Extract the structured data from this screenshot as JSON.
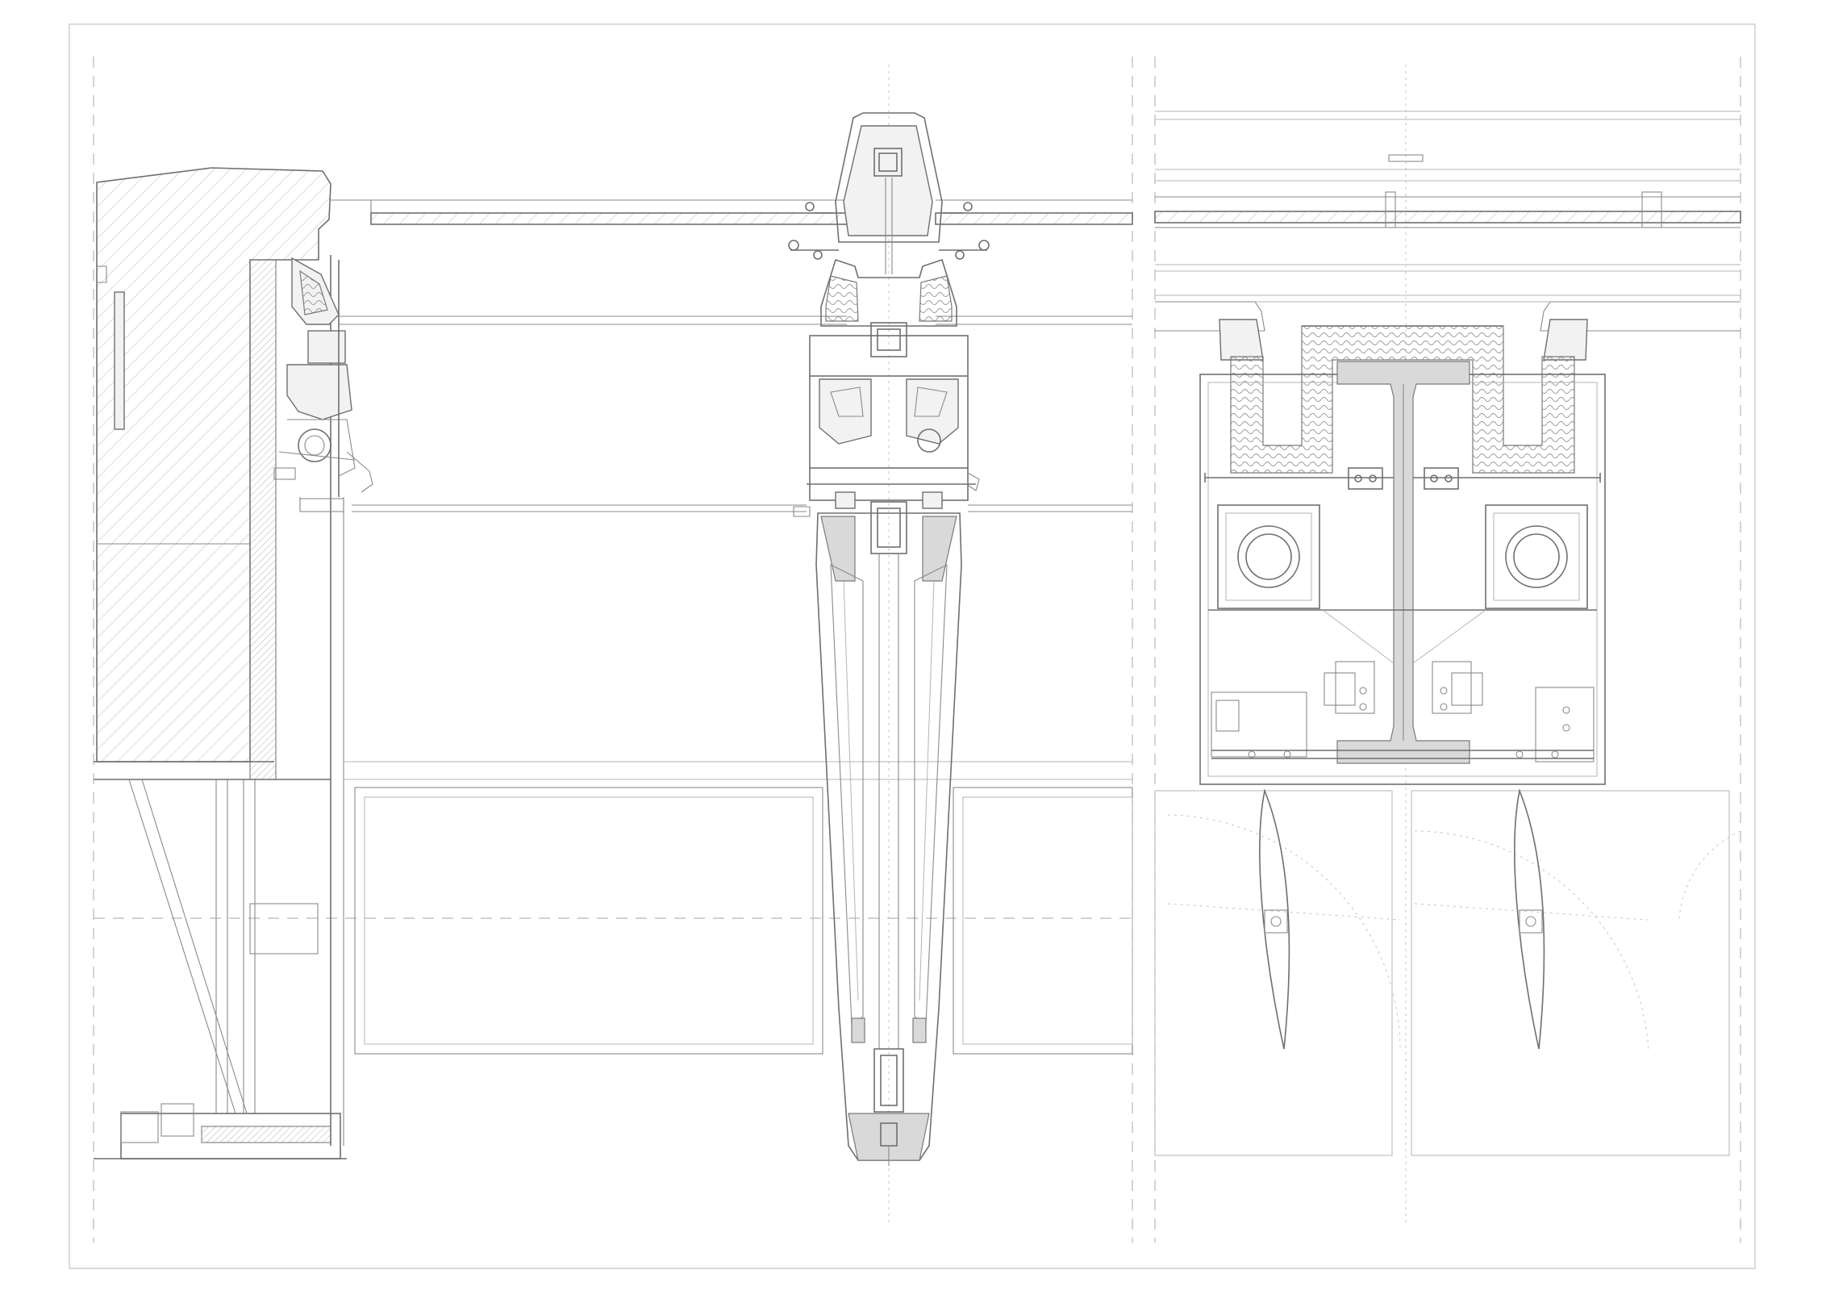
{
  "drawing": {
    "kind": "architectural-facade-detail",
    "panels": [
      "section-wall-connection",
      "mullion-section",
      "plan-beam-connection"
    ],
    "colors": {
      "line": "#6f6f6f",
      "fill": "#f2f2f2",
      "background": "#ffffff"
    }
  }
}
